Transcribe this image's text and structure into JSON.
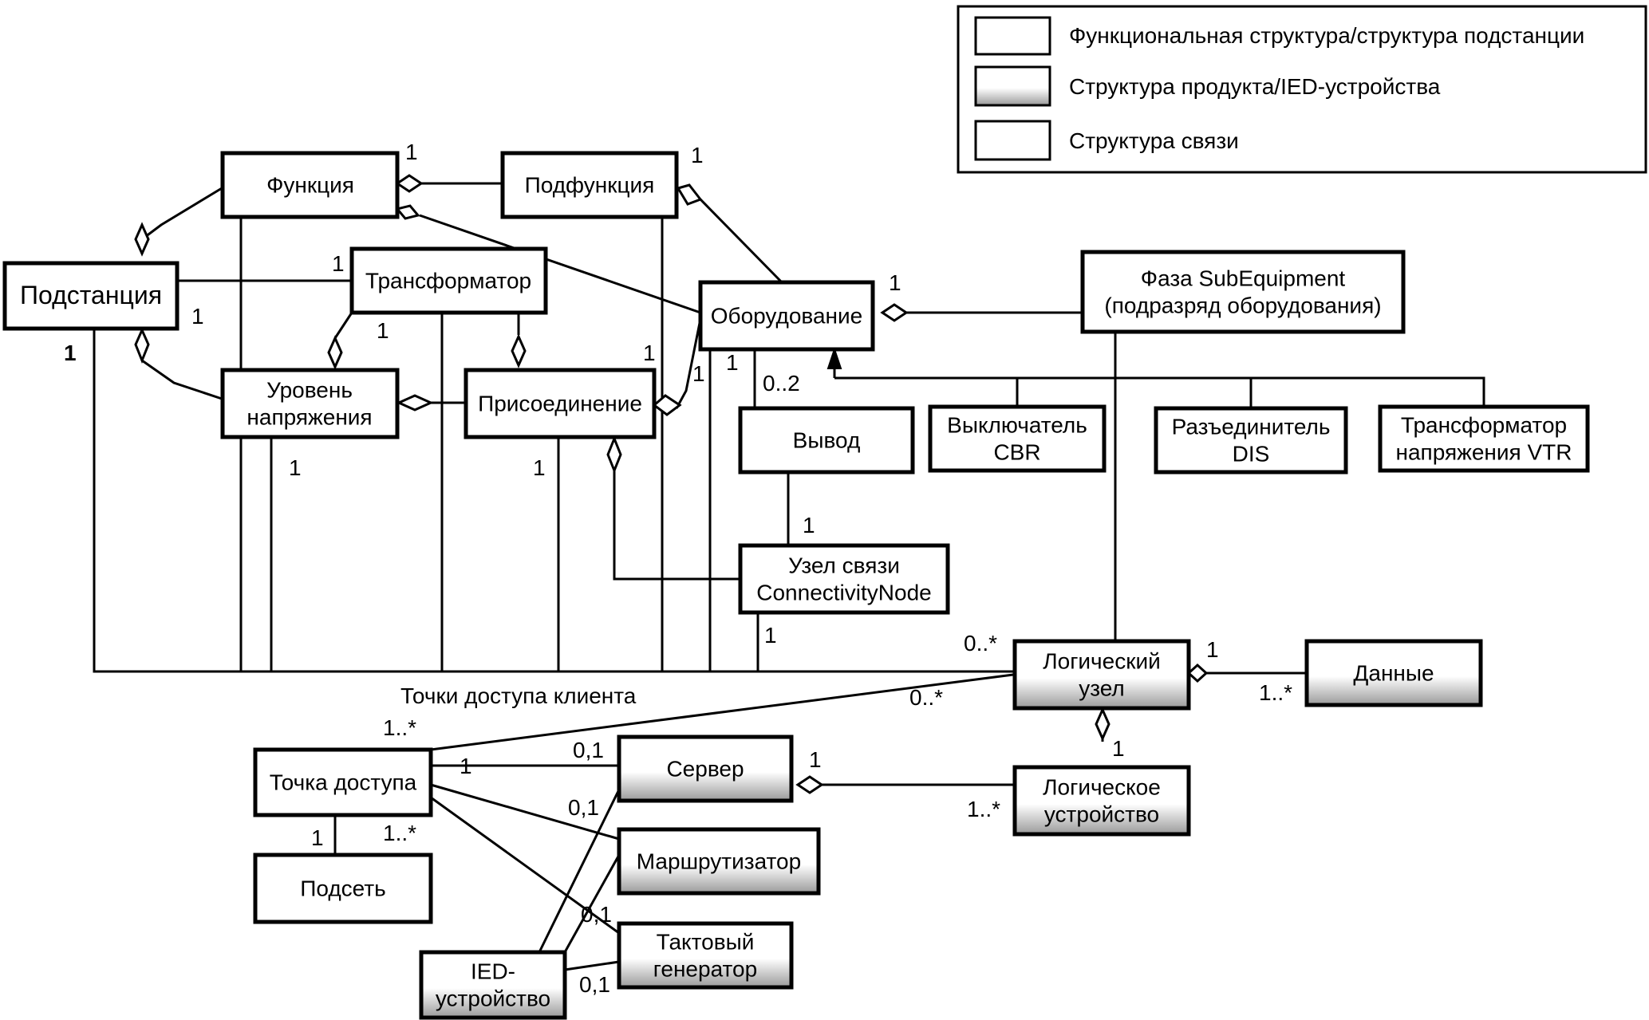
{
  "legend": {
    "items": [
      {
        "label": "Функциональная структура/структура подстанции",
        "style": "functional"
      },
      {
        "label": "Структура продукта/IED-устройства",
        "style": "product"
      },
      {
        "label": "Структура связи",
        "style": "communication"
      }
    ]
  },
  "nodes": {
    "function": {
      "lines": [
        "Функция"
      ]
    },
    "subfunction": {
      "lines": [
        "Подфункция"
      ]
    },
    "substation": {
      "lines": [
        "Подстанция"
      ]
    },
    "transformer": {
      "lines": [
        "Трансформатор"
      ]
    },
    "voltage_level": {
      "lines": [
        "Уровень",
        "напряжения"
      ]
    },
    "bay": {
      "lines": [
        "Присоединение"
      ]
    },
    "equipment": {
      "lines": [
        "Оборудование"
      ]
    },
    "terminal": {
      "lines": [
        "Вывод"
      ]
    },
    "sub_equipment": {
      "lines": [
        "Фаза SubEquipment",
        "(подразряд оборудования)"
      ]
    },
    "cbr": {
      "lines": [
        "Выключатель",
        "CBR"
      ]
    },
    "dis": {
      "lines": [
        "Разъединитель",
        "DIS"
      ]
    },
    "vtr": {
      "lines": [
        "Трансформатор",
        "напряжения VTR"
      ]
    },
    "connectivity_node": {
      "lines": [
        "Узел связи",
        "ConnectivityNode"
      ]
    },
    "logical_node": {
      "lines": [
        "Логический",
        "узел"
      ]
    },
    "data": {
      "lines": [
        "Данные"
      ]
    },
    "access_point": {
      "lines": [
        "Точка доступа"
      ]
    },
    "server": {
      "lines": [
        "Сервер"
      ]
    },
    "logical_device": {
      "lines": [
        "Логическое",
        "устройство"
      ]
    },
    "router": {
      "lines": [
        "Маршрутизатор"
      ]
    },
    "clock": {
      "lines": [
        "Тактовый",
        "генератор"
      ]
    },
    "subnetwork": {
      "lines": [
        "Подсеть"
      ]
    },
    "ied": {
      "lines": [
        "IED-",
        "устройство"
      ]
    }
  },
  "edge_labels": {
    "client_access_points": "Точки доступа клиента"
  },
  "multiplicities": {
    "function_subfunction_1": "1",
    "subfunction_equipment_1": "1",
    "transformer_substation_1": "1",
    "substation_transformer_1": "1",
    "transformer_voltage_1": "1",
    "substation_ln_1": "1",
    "bay_1": "1",
    "equipment_bay_1": "1",
    "equipment_subequipment_1": "1",
    "equipment_terminal_1": "1",
    "terminal_0_2": "0..2",
    "voltage_ln_1": "1",
    "bay_ln_1": "1",
    "terminal_cn_1": "1",
    "cn_ln_1": "1",
    "ln_0_star_top": "0..*",
    "ln_0_star_client": "0..*",
    "ln_data_1": "1",
    "data_1_star": "1..*",
    "ln_ld_1": "1",
    "ap_client_1_star": "1..*",
    "ap_server_1": "1",
    "server_0_1": "0,1",
    "router_0_1": "0,1",
    "server_ld_1": "1",
    "ld_1_star": "1..*",
    "ap_subnet_1": "1",
    "ap_subnet_1_star": "1..*",
    "clock_0_1_top": "0,1",
    "clock_0_1_bottom": "0,1"
  },
  "colors": {
    "stroke": "#000000",
    "fill": "#ffffff",
    "shade": "#999999"
  }
}
